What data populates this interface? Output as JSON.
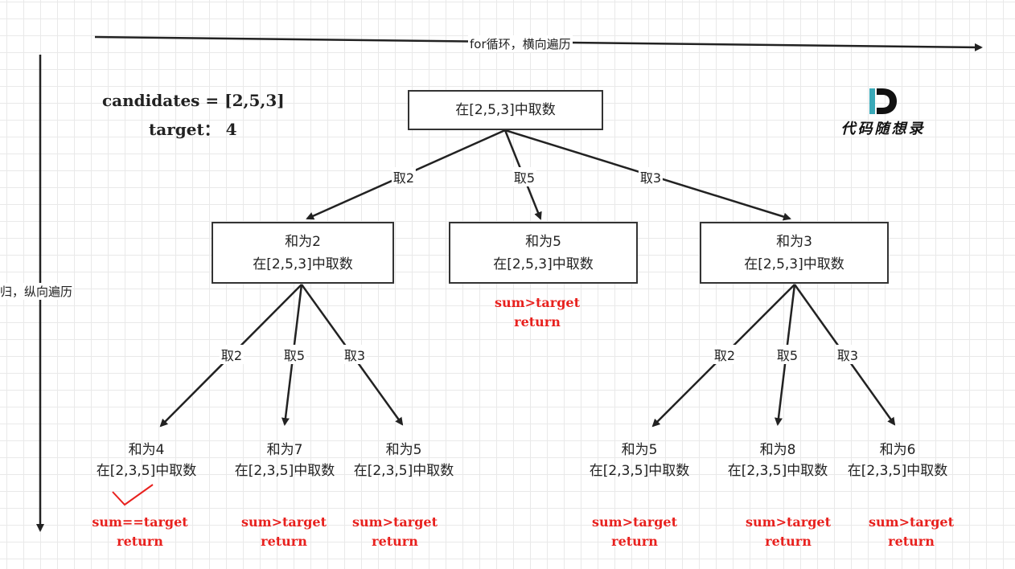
{
  "axes": {
    "horizontal_label": "for循环，横向遍历",
    "vertical_label": "归，纵向遍历"
  },
  "info": {
    "candidates": "candidates = [2,5,3]",
    "target": "target：  4"
  },
  "logo": {
    "letter": "D",
    "text": "代码随想录"
  },
  "root": {
    "line1": "在[2,5,3]中取数"
  },
  "level1": [
    {
      "sum": "和为2",
      "range": "在[2,5,3]中取数"
    },
    {
      "sum": "和为5",
      "range": "在[2,5,3]中取数"
    },
    {
      "sum": "和为3",
      "range": "在[2,5,3]中取数"
    }
  ],
  "level1_result": {
    "cond": "sum>target",
    "action": "return"
  },
  "root_edges": [
    "取2",
    "取5",
    "取3"
  ],
  "left_edges": [
    "取2",
    "取5",
    "取3"
  ],
  "right_edges": [
    "取2",
    "取5",
    "取3"
  ],
  "level2": [
    {
      "sum": "和为4",
      "range": "在[2,3,5]中取数",
      "cond": "sum==target",
      "action": "return"
    },
    {
      "sum": "和为7",
      "range": "在[2,3,5]中取数",
      "cond": "sum>target",
      "action": "return"
    },
    {
      "sum": "和为5",
      "range": "在[2,3,5]中取数",
      "cond": "sum>target",
      "action": "return"
    },
    {
      "sum": "和为5",
      "range": "在[2,3,5]中取数",
      "cond": "sum>target",
      "action": "return"
    },
    {
      "sum": "和为8",
      "range": "在[2,3,5]中取数",
      "cond": "sum>target",
      "action": "return"
    },
    {
      "sum": "和为6",
      "range": "在[2,3,5]中取数",
      "cond": "sum>target",
      "action": "return"
    }
  ],
  "colors": {
    "result": "#e8211e",
    "line": "#222222"
  }
}
